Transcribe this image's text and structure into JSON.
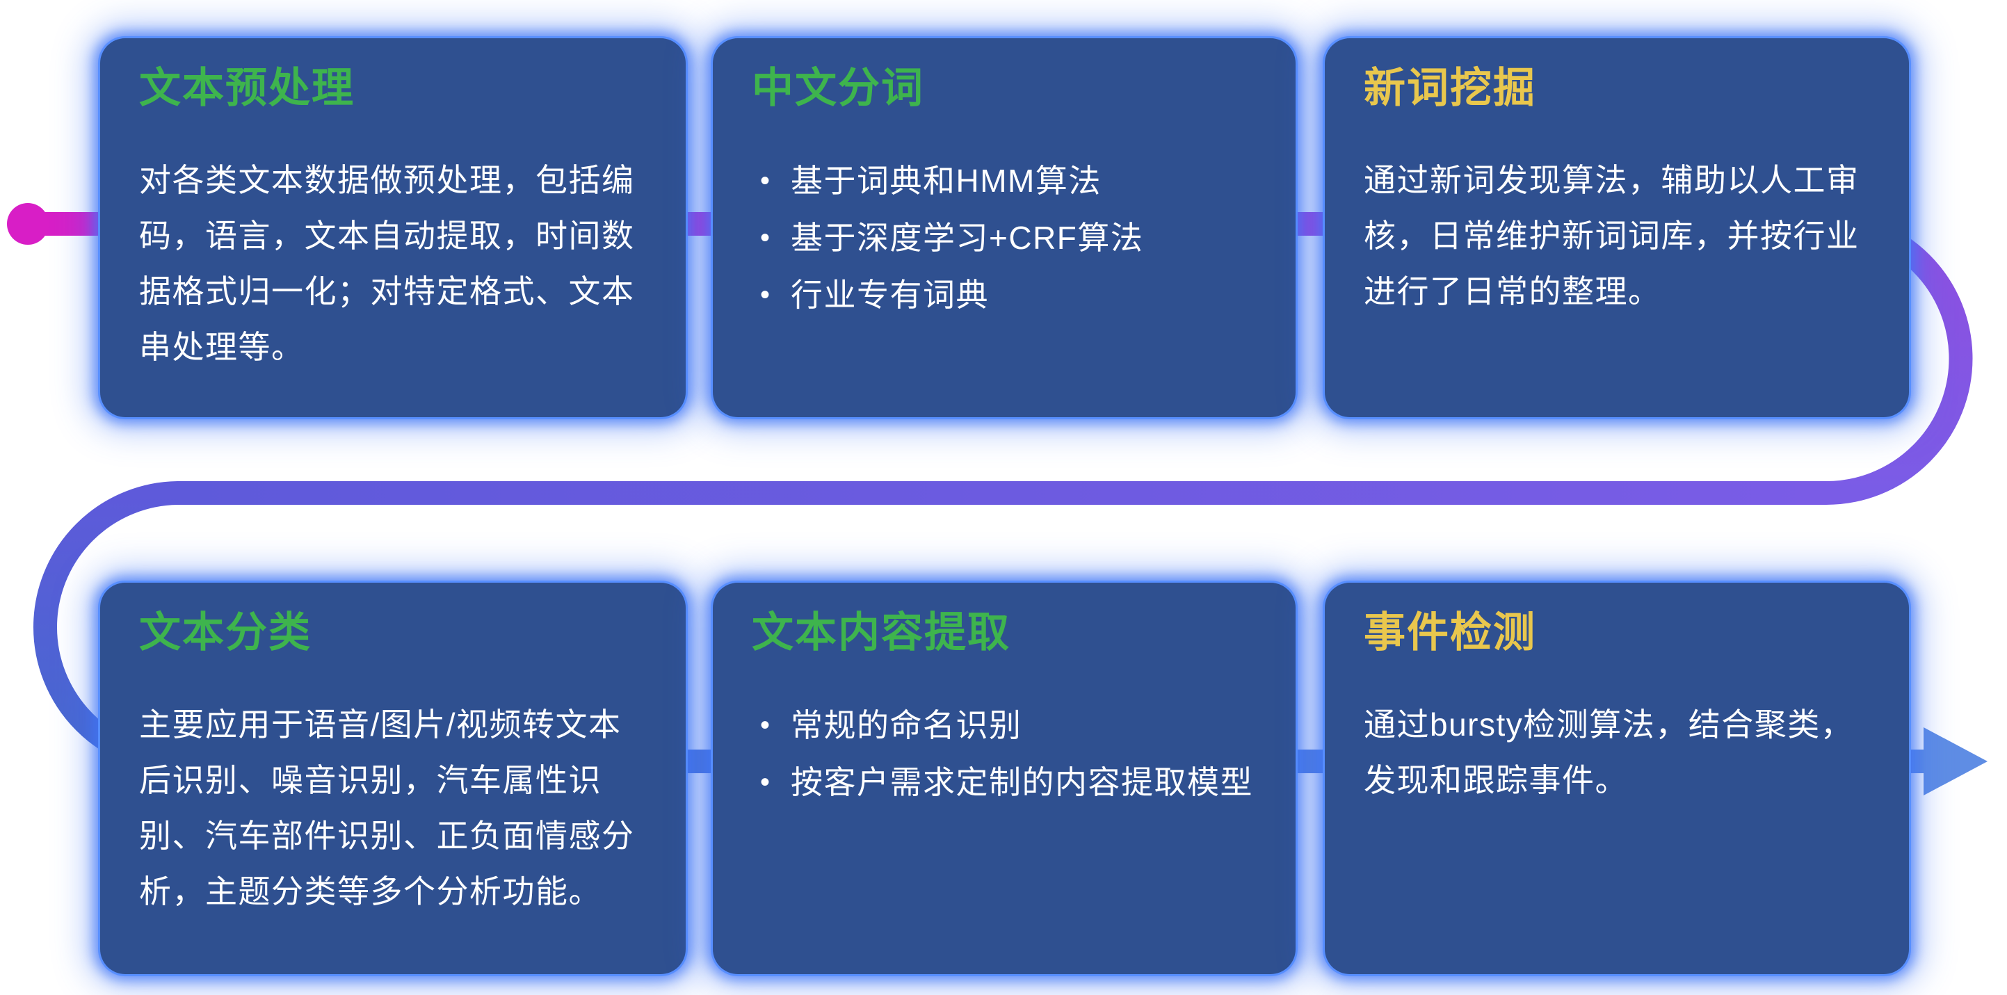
{
  "theme": {
    "background": "#ffffff",
    "card_bg": "#2f5090",
    "card_glow": "#4a80f5",
    "title_green": "#3eb44d",
    "title_yellow": "#e9c74d",
    "body_text": "#ffffff"
  },
  "flow": {
    "dot_color": "#d81ec6",
    "arrow_color": "#5f8de4",
    "stops": {
      "s1": "#d81ec6",
      "s2": "#b832d3",
      "s3": "#8f4fe0",
      "s4": "#7a5ce6",
      "s5": "#5e5ada",
      "s6": "#4569cf",
      "s7": "#5c8ae2"
    }
  },
  "cards": [
    {
      "title": "文本预处理",
      "title_color": "#3eb44d",
      "body": "对各类文本数据做预处理，包括编码，语言，文本自动提取，时间数据格式归一化；对特定格式、文本串处理等。",
      "bullets": []
    },
    {
      "title": "中文分词",
      "title_color": "#3eb44d",
      "body": "",
      "bullets": [
        "基于词典和HMM算法",
        "基于深度学习+CRF算法",
        "行业专有词典"
      ]
    },
    {
      "title": "新词挖掘",
      "title_color": "#e9c74d",
      "body": "通过新词发现算法，辅助以人工审核，日常维护新词词库，并按行业进行了日常的整理。",
      "bullets": []
    },
    {
      "title": "文本分类",
      "title_color": "#3eb44d",
      "body": "主要应用于语音/图片/视频转文本后识别、噪音识别，汽车属性识别、汽车部件识别、正负面情感分析，主题分类等多个分析功能。",
      "bullets": []
    },
    {
      "title": "文本内容提取",
      "title_color": "#3eb44d",
      "body": "",
      "bullets": [
        "常规的命名识别",
        "按客户需求定制的内容提取模型"
      ]
    },
    {
      "title": "事件检测",
      "title_color": "#e9c74d",
      "body": "通过bursty检测算法，结合聚类，发现和跟踪事件。",
      "bullets": []
    }
  ]
}
